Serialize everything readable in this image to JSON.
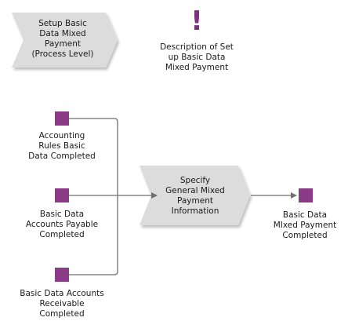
{
  "colors": {
    "shape_fill": "#dcdcdc",
    "event_fill": "#8a3a87",
    "connector": "#707070",
    "warning": "#7f2f7e"
  },
  "icons": {
    "event_marker": "square",
    "warning": "exclamation-icon"
  },
  "process_level": {
    "label": "Setup Basic\nData Mixed\nPayment\n(Process Level)"
  },
  "description": {
    "symbol": "!",
    "label": "Description of Set\nup Basic Data\nMixed Payment"
  },
  "events_in": [
    {
      "label": "Accounting\nRules Basic\nData Completed"
    },
    {
      "label": "Basic Data\nAccounts Payable\nCompleted"
    },
    {
      "label": "Basic Data Accounts\nReceivable\nCompleted"
    }
  ],
  "function": {
    "label": "Specify\nGeneral Mixed\nPayment\nInformation"
  },
  "event_out": {
    "label": "Basic Data\nMIxed Payment\nCompleted"
  }
}
